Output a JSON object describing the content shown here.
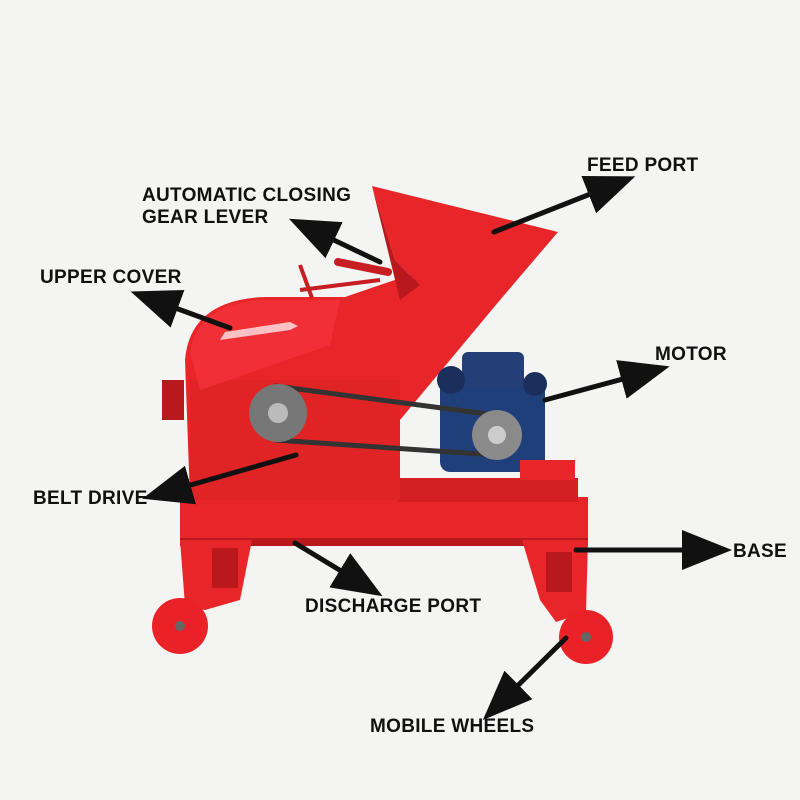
{
  "labels": {
    "feed_port": "FEED PORT",
    "gear_lever_line1": "AUTOMATIC CLOSING",
    "gear_lever_line2": "GEAR LEVER",
    "upper_cover": "UPPER COVER",
    "motor": "MOTOR",
    "belt_drive": "BELT DRIVE",
    "base": "BASE",
    "discharge_port": "DISCHARGE PORT",
    "mobile_wheels": "MOBILE WHEELS"
  },
  "colors": {
    "machine_red": "#e8262a",
    "machine_dark_red": "#b9181c",
    "motor_blue": "#1f3f7a",
    "arrow": "#111111",
    "background": "#f4f4f2"
  }
}
